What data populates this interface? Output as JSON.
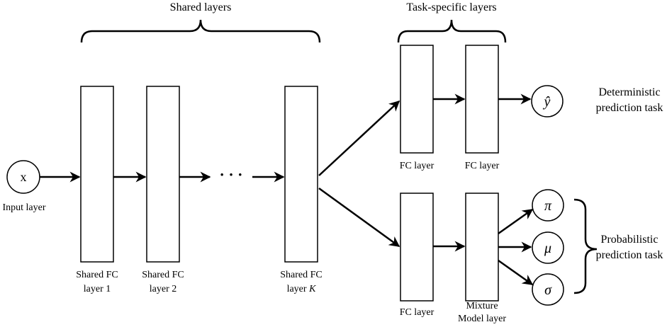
{
  "headers": {
    "shared": "Shared layers",
    "task_specific": "Task-specific layers"
  },
  "nodes": {
    "input_symbol": "x",
    "input_label": "Input layer",
    "y_hat_symbol": "ŷ",
    "pi_symbol": "π",
    "mu_symbol": "μ",
    "sigma_symbol": "σ"
  },
  "layers": {
    "shared_1": [
      "Shared FC",
      "layer 1"
    ],
    "shared_2": [
      "Shared FC",
      "layer 2"
    ],
    "shared_k": [
      "Shared FC",
      "layer K"
    ],
    "det_fc_1": "FC layer",
    "det_fc_2": "FC layer",
    "prob_fc": "FC layer",
    "mixture": [
      "Mixture",
      "Model layer"
    ]
  },
  "ellipsis": "· · ·",
  "tasks": {
    "deterministic": [
      "Deterministic",
      "prediction task"
    ],
    "probabilistic": [
      "Probabilistic",
      "prediction task"
    ]
  }
}
